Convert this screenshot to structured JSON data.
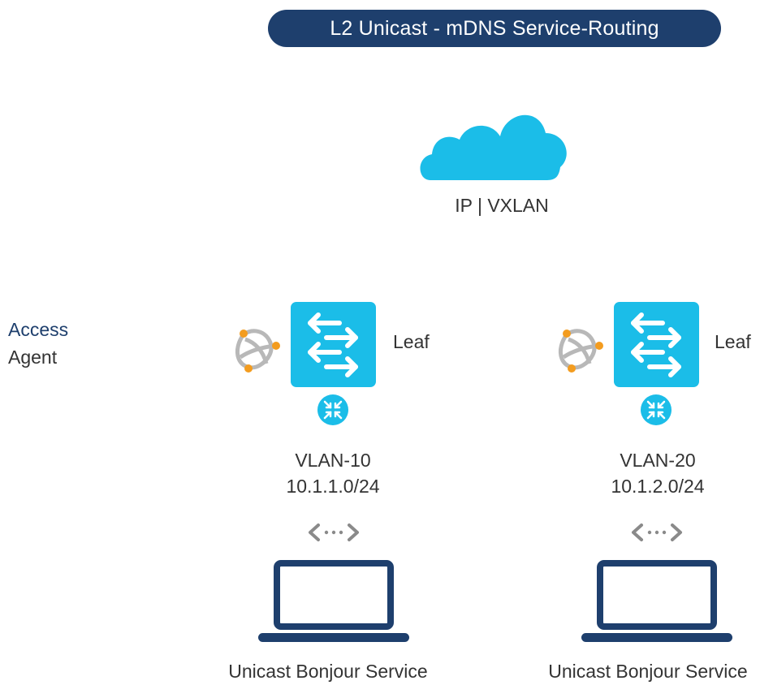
{
  "header": {
    "title": "L2 Unicast - mDNS Service-Routing"
  },
  "cloud": {
    "icon": "cloud-icon",
    "label": "IP | VXLAN",
    "color": "#1bbde8"
  },
  "side_labels": {
    "line1": "Access",
    "line2": "Agent"
  },
  "sites": [
    {
      "leaf_label": "Leaf",
      "vlan": "VLAN-10",
      "subnet": "10.1.1.0/24",
      "service": "Unicast Bonjour Service"
    },
    {
      "leaf_label": "Leaf",
      "vlan": "VLAN-20",
      "subnet": "10.1.2.0/24",
      "service": "Unicast Bonjour Service"
    }
  ],
  "colors": {
    "navy": "#1e3f6d",
    "switch_blue": "#1bbde8",
    "agent_orange": "#f39c1f",
    "agent_gray": "#b8b8b8",
    "arrow_gray": "#8a8a8a"
  }
}
